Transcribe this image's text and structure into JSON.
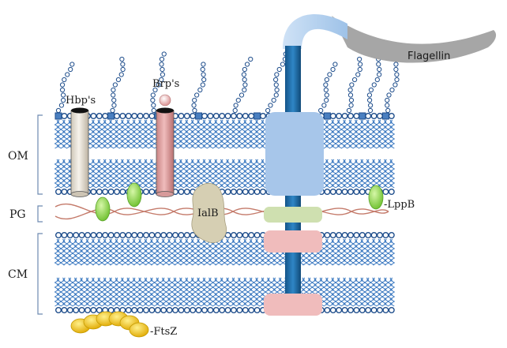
{
  "layers": {
    "om": "OM",
    "pg": "PG",
    "cm": "CM"
  },
  "proteins": {
    "hbp": "Hbp's",
    "brp": "Brp's",
    "ialb": "IalB",
    "lppb": "-LppB",
    "ftsz": "-FtsZ",
    "flagellin": "Flagellin"
  },
  "colors": {
    "headgroup_outline": "#1f4e8c",
    "lipid_tail": "#3a78c0",
    "lps_square": "#4a7fc0",
    "hbp_cylinder": "#ece6dc",
    "brp_cylinder": "#e2a5a5",
    "flagellar_rod": "#1e6ea8",
    "flagellar_hook": "#a9c9ea",
    "flagellin_filament": "#a6a6a6",
    "om_ring": "#a7c6ea",
    "pg_ring": "#cfe0b0",
    "cm_ring": "#f0bcbc",
    "lppb": "#8ed64a",
    "ialb": "#d6cfb3",
    "ftsz": "#f2c40f",
    "peptidoglycan": "#c47a6a"
  }
}
